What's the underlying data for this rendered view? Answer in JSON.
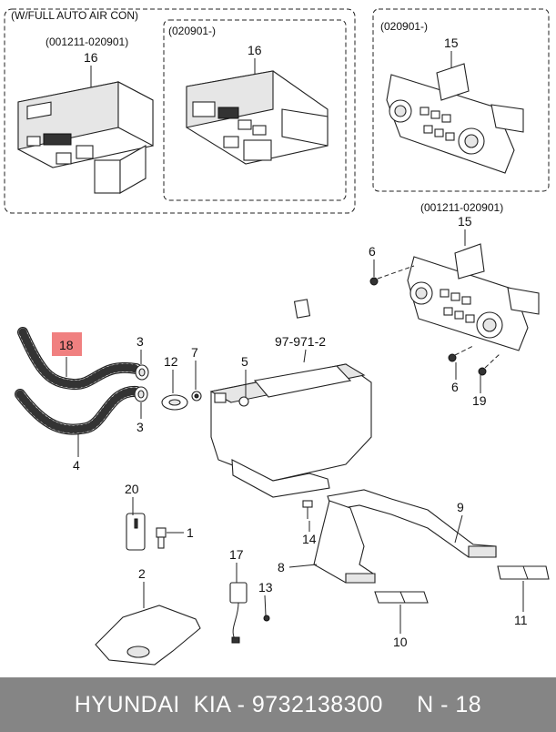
{
  "diagram": {
    "box_title": "(W/FULL AUTO AIR CON)",
    "codes": {
      "left_range": "(001211-020901)",
      "mid_range": "(020901-)",
      "right_top_range": "(020901-)",
      "right_bottom_range": "(001211-020901)"
    },
    "ref": "97-971-2",
    "parts": {
      "p16a": "16",
      "p16b": "16",
      "p15a": "15",
      "p15b": "15",
      "p6a": "6",
      "p6b": "6",
      "p19": "19",
      "p18": "18",
      "p3a": "3",
      "p3b": "3",
      "p12": "12",
      "p7": "7",
      "p5": "5",
      "p4": "4",
      "p20": "20",
      "p1": "1",
      "p2": "2",
      "p14": "14",
      "p9": "9",
      "p8": "8",
      "p17": "17",
      "p13": "13",
      "p10": "10",
      "p11": "11"
    },
    "highlight_color": "#f08080"
  },
  "footer": {
    "text": "HYUNDAI  KIA - 9732138300     N - 18",
    "bg_color": "#858585"
  }
}
